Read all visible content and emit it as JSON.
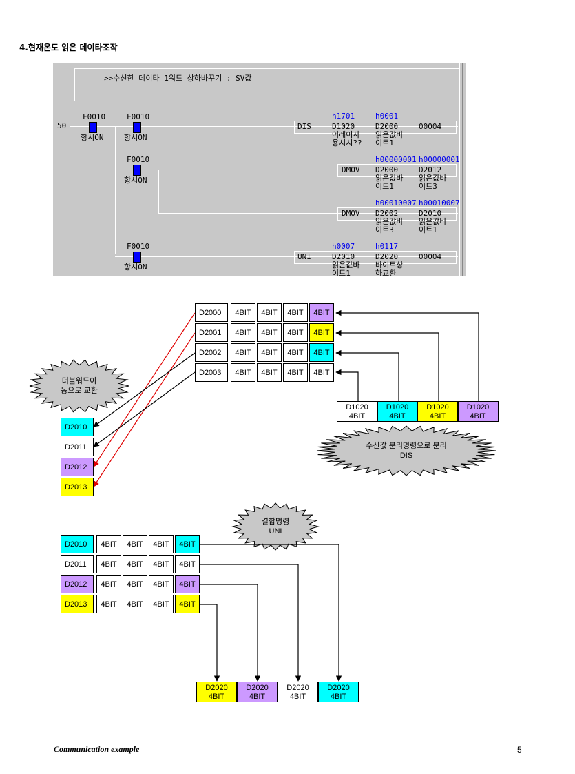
{
  "heading": "4.현재온도 읽은 데이타조작",
  "ladder": {
    "comment": ">>수신한 데이타 1워드 상하바꾸기 : SV값",
    "step": "50",
    "contacts": [
      {
        "addr": "F0010",
        "desc": "항시ON"
      },
      {
        "addr": "F0010",
        "desc": "항시ON"
      },
      {
        "addr": "F0010",
        "desc": "항시ON"
      },
      {
        "addr": "F0010",
        "desc": "항시ON"
      }
    ],
    "instructions": [
      {
        "op": "DIS",
        "v1": "h1701",
        "v2": "h0001",
        "a1": "D1020",
        "a2": "D2000",
        "a3": "00004",
        "c1a": "어레이사",
        "c1b": "용시시??",
        "c2a": "읽은값바",
        "c2b": "이트1",
        "c3a": "",
        "c3b": ""
      },
      {
        "op": "DMOV",
        "v1": "",
        "v2": "h00000001",
        "v3": "h00000001",
        "a2": "D2000",
        "a3": "D2012",
        "c2a": "읽은값바",
        "c2b": "이트1",
        "c3a": "읽은값바",
        "c3b": "이트3"
      },
      {
        "op": "DMOV",
        "v2": "h00010007",
        "v3": "h00010007",
        "a2": "D2002",
        "a3": "D2010",
        "c2a": "읽은값바",
        "c2b": "이트3",
        "c3a": "읽은값바",
        "c3b": "이트1"
      },
      {
        "op": "UNI",
        "v1": "h0007",
        "v2": "h0117",
        "a1": "D2010",
        "a2": "D2020",
        "a3": "00004",
        "c1a": "읽은값바",
        "c1b": "이트1",
        "c2a": "바이트상",
        "c2b": "하교환"
      }
    ]
  },
  "diagram1": {
    "rows": [
      {
        "label": "D2000",
        "bits": [
          "4BIT",
          "4BIT",
          "4BIT",
          "4BIT"
        ],
        "lastColor": "#cc99ff"
      },
      {
        "label": "D2001",
        "bits": [
          "4BIT",
          "4BIT",
          "4BIT",
          "4BIT"
        ],
        "lastColor": "#ffff00"
      },
      {
        "label": "D2002",
        "bits": [
          "4BIT",
          "4BIT",
          "4BIT",
          "4BIT"
        ],
        "lastColor": "#00ffff"
      },
      {
        "label": "D2003",
        "bits": [
          "4BIT",
          "4BIT",
          "4BIT",
          "4BIT"
        ],
        "lastColor": "#ffffff"
      }
    ],
    "source": [
      {
        "l1": "D1020",
        "l2": "4BIT",
        "color": "#ffffff"
      },
      {
        "l1": "D1020",
        "l2": "4BIT",
        "color": "#00ffff"
      },
      {
        "l1": "D1020",
        "l2": "4BIT",
        "color": "#ffff00"
      },
      {
        "l1": "D1020",
        "l2": "4BIT",
        "color": "#cc99ff"
      }
    ],
    "dest": [
      {
        "label": "D2010",
        "color": "#00ffff"
      },
      {
        "label": "D2011",
        "color": "#ffffff"
      },
      {
        "label": "D2012",
        "color": "#cc99ff"
      },
      {
        "label": "D2013",
        "color": "#ffff00"
      }
    ],
    "burst_swap": [
      "더블워드이",
      "동으로 교환"
    ],
    "burst_dis": [
      "수신값 분리명령으로 분리",
      "DIS"
    ]
  },
  "diagram2": {
    "rows": [
      {
        "label": "D2010",
        "labelColor": "#00ffff",
        "bits": [
          "4BIT",
          "4BIT",
          "4BIT",
          "4BIT"
        ],
        "lastColor": "#00ffff"
      },
      {
        "label": "D2011",
        "labelColor": "#ffffff",
        "bits": [
          "4BIT",
          "4BIT",
          "4BIT",
          "4BIT"
        ],
        "lastColor": "#ffffff"
      },
      {
        "label": "D2012",
        "labelColor": "#cc99ff",
        "bits": [
          "4BIT",
          "4BIT",
          "4BIT",
          "4BIT"
        ],
        "lastColor": "#cc99ff"
      },
      {
        "label": "D2013",
        "labelColor": "#ffff00",
        "bits": [
          "4BIT",
          "4BIT",
          "4BIT",
          "4BIT"
        ],
        "lastColor": "#ffff00"
      }
    ],
    "result": [
      {
        "l1": "D2020",
        "l2": "4BIT",
        "color": "#ffff00"
      },
      {
        "l1": "D2020",
        "l2": "4BIT",
        "color": "#cc99ff"
      },
      {
        "l1": "D2020",
        "l2": "4BIT",
        "color": "#ffffff"
      },
      {
        "l1": "D2020",
        "l2": "4BIT",
        "color": "#00ffff"
      }
    ],
    "burst_uni": [
      "결합명령",
      "UNI"
    ]
  },
  "footer": {
    "left": "Communication example",
    "page": "5"
  }
}
